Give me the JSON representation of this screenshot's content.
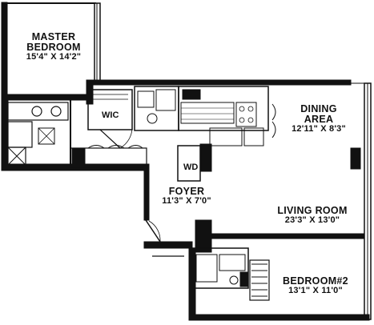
{
  "rooms": {
    "master_bedroom": {
      "name_line1": "MASTER",
      "name_line2": "BEDROOM",
      "dims": "15'4\" X 14'2\""
    },
    "dining_area": {
      "name_line1": "DINING",
      "name_line2": "AREA",
      "dims": "12'11\" X 8'3\""
    },
    "foyer": {
      "name": "FOYER",
      "dims": "11'3\" X 7'0\""
    },
    "living_room": {
      "name": "LIVING ROOM",
      "dims": "23'3\" X 13'0\""
    },
    "bedroom2": {
      "name": "BEDROOM#2",
      "dims": "13'1\" X 11'0\""
    }
  },
  "labels": {
    "wic": "WIC",
    "wd": "WD"
  }
}
